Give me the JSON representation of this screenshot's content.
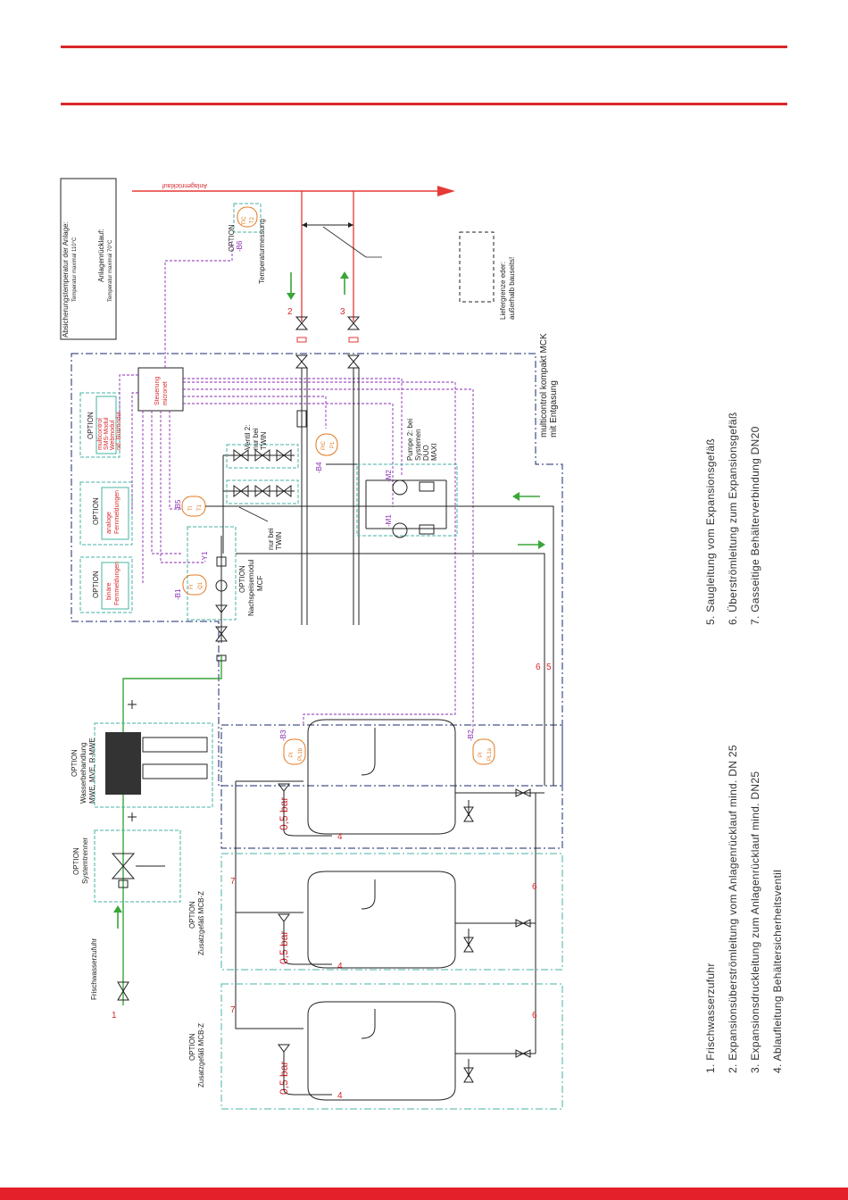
{
  "legend": {
    "items": [
      "1. Frischwasserzufuhr",
      "2. Expansionsüberströmleitung vom Anlagenrücklauf mind. DN 25",
      "3. Expansionsdruckleitung zum Anlagenrücklauf mind. DN25",
      "4. Ablaufleitung Behältersicherheitsventil",
      "5. Saugleitung vom Expansionsgefäß",
      "6. Überströmleitung zum Expansionsgefäß",
      "7. Gasseitige Behälterverbindung DN20"
    ]
  },
  "colors": {
    "brand_red": "#d9262a",
    "pipe_red": "#e53935",
    "fresh_water_green": "#3aa53a",
    "signal_purple": "#8a2ab5",
    "sensor_orange": "#e0781c",
    "option_teal": "#44b3a6",
    "boundary_navy": "#1a2a6b"
  },
  "diagram": {
    "header_box": {
      "line1": "Absicherungstemperatur der Anlage:",
      "line2": "Temperatur maximal 110°C",
      "line3": "Anlagenrücklauf:",
      "line4": "Temperatur maximal 70°C"
    },
    "anlagenruecklauf": "Anlagenrücklauf",
    "option": "OPTION",
    "temperaturmessung": "Temperaturmessung",
    "lieferg1": "Liefergrenze eder:",
    "lieferg2": "außerhalb bauseits!",
    "mck1": "multicontrol kompakt MCK",
    "mck2": "mit Entgasung",
    "steuerung1": "Steuerung",
    "steuerung2": "micronet",
    "bus1": "multicontrol",
    "bus2": "SMS-Modul",
    "bus3": "Webmodul",
    "bus4": "od. Busmodul",
    "analog1": "analoge",
    "analog2": "Fernmeldungen",
    "binaer1": "binäre",
    "binaer2": "Fernmeldungen",
    "ventil1": "Ventil 2:",
    "ventil2": "nur bei",
    "ventil3": "TWIN",
    "nurbei1": "nur bei",
    "nurbei2": "TWIN",
    "pumpe1": "Pumpe 2: bei",
    "pumpe2": "Systemen",
    "pumpe3": "DUO",
    "pumpe4": "MAXI",
    "mcf1": "Nachspeisemodul",
    "mcf2": "MCF",
    "wasser1": "Wasserbehandlung",
    "wasser2": "MWE, MVE, R-MWE",
    "system1": "Systemtrenner",
    "frisch": "Frischwasserzufuhr",
    "zusatz1": "Zusatzgefäß MCB-Z",
    "zusatz2": "Zusatzgefäß MCB-Z",
    "b1": "-B1",
    "b2": "-B2",
    "b3": "-B3",
    "b4": "-B4",
    "b5": "-B5",
    "b6": "-B6",
    "m1": "-M1",
    "m2": "-M2",
    "y1": "-Y1",
    "s_tic": "TIC",
    "s_t2": "T2",
    "s_pic": "PIC",
    "s_p1": "P1",
    "s_ti": "TI",
    "s_t1": "T1",
    "s_fi": "FI",
    "s_q1": "Q1",
    "s_pl1": "PI",
    "s_pl1b": "PL1b",
    "s_pl2": "PI",
    "s_pl2b": "PL1a",
    "num1": "1",
    "num2": "2",
    "num3": "3",
    "num4a": "4",
    "num4b": "4",
    "num4c": "4",
    "num5": "5",
    "num6a": "6",
    "num6b": "6",
    "num6c": "6",
    "num7a": "7",
    "num7b": "7",
    "bar1": "0,5 bar",
    "bar2": "0,5 bar",
    "bar3": "0,5 bar"
  }
}
